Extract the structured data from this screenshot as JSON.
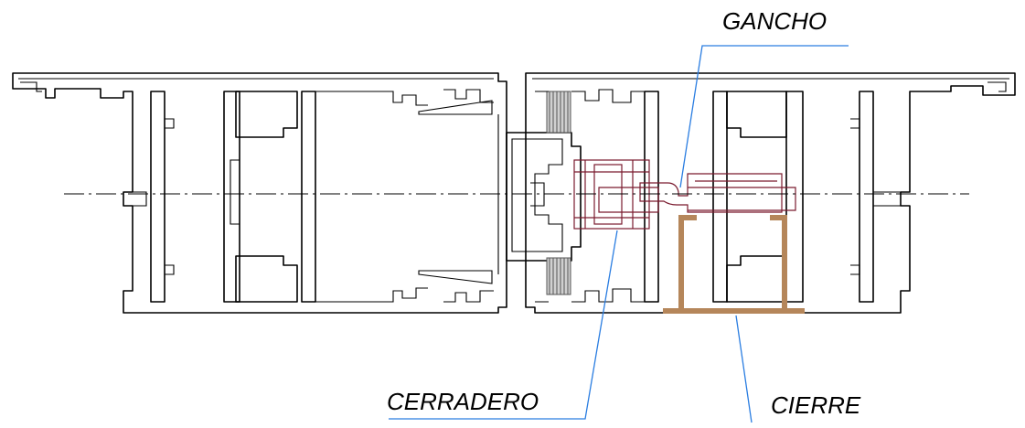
{
  "labels": {
    "gancho": "GANCHO",
    "cerradero": "CERRADERO",
    "cierre": "CIERRE"
  },
  "colors": {
    "profile": "#000000",
    "part": "#7a1a2e",
    "cierre_frame": "#b5865a",
    "leader": "#2a7de1"
  }
}
